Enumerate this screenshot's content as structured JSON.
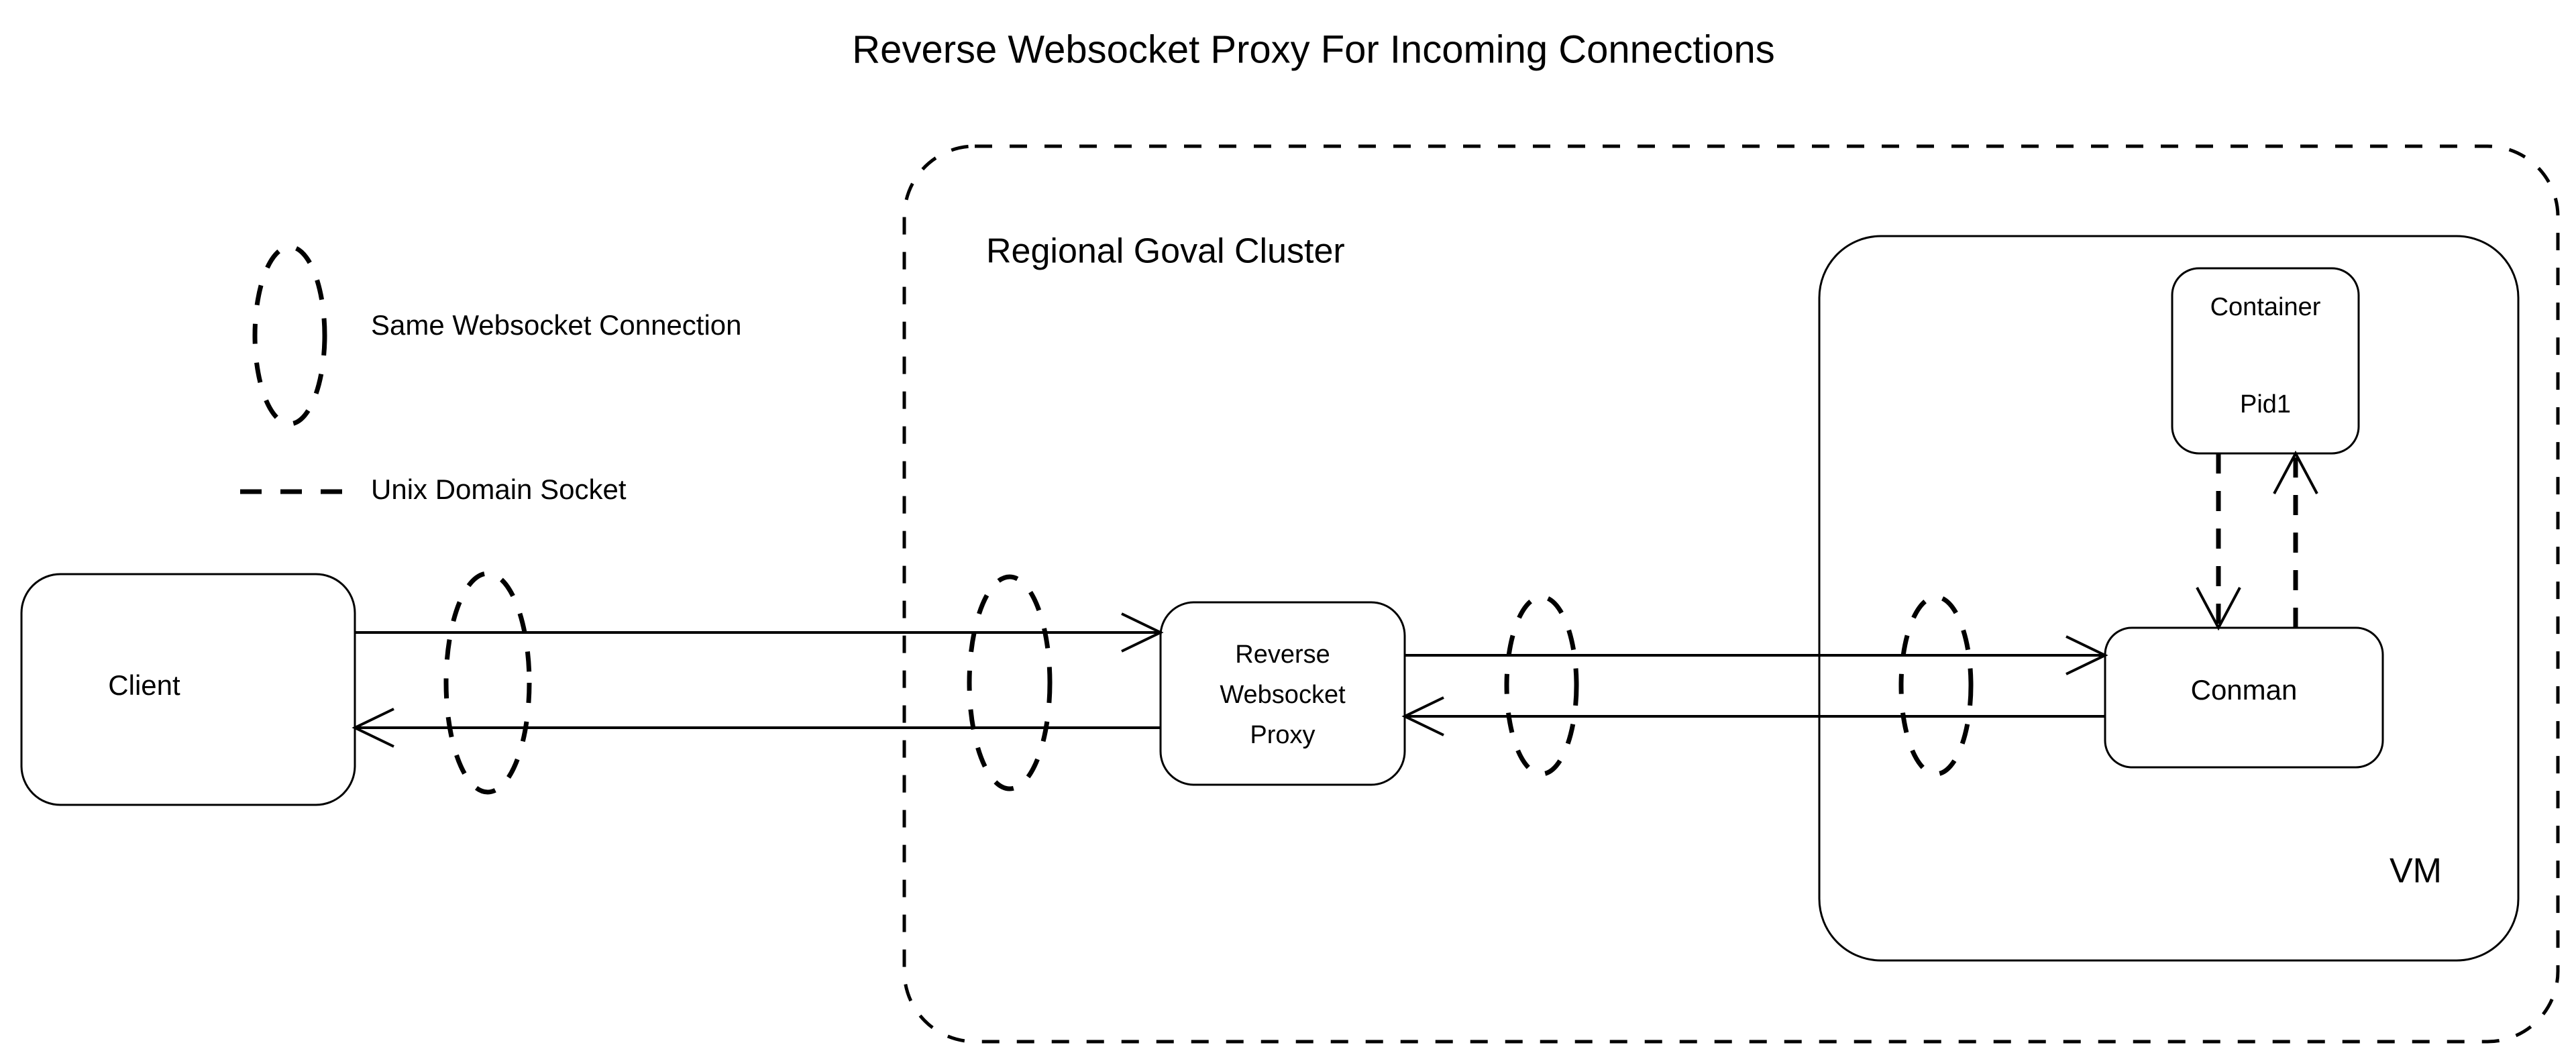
{
  "title": "Reverse Websocket Proxy For Incoming Connections",
  "legend": {
    "items": [
      {
        "id": "same-websocket-connection",
        "label": "Same Websocket Connection",
        "marker": "dashed-ellipse"
      },
      {
        "id": "unix-domain-socket",
        "label": "Unix Domain Socket",
        "marker": "dashed-line"
      }
    ]
  },
  "clusters": {
    "regional": {
      "label": "Regional Goval Cluster",
      "border": "dashed"
    },
    "vm": {
      "label": "VM",
      "border": "solid"
    }
  },
  "nodes": {
    "client": {
      "label": "Client"
    },
    "proxy": {
      "line1": "Reverse",
      "line2": "Websocket",
      "line3": "Proxy"
    },
    "container": {
      "line1": "Container",
      "line2": "Pid1"
    },
    "conman": {
      "label": "Conman"
    }
  },
  "connections": [
    {
      "id": "client-to-proxy",
      "from": "Client",
      "to": "Reverse Websocket Proxy",
      "style": "solid",
      "direction": "right",
      "marker": "same-websocket-connection"
    },
    {
      "id": "proxy-to-client",
      "from": "Reverse Websocket Proxy",
      "to": "Client",
      "style": "solid",
      "direction": "left",
      "marker": "same-websocket-connection"
    },
    {
      "id": "proxy-to-conman",
      "from": "Reverse Websocket Proxy",
      "to": "Conman",
      "style": "solid",
      "direction": "right",
      "marker": "same-websocket-connection"
    },
    {
      "id": "conman-to-proxy",
      "from": "Conman",
      "to": "Reverse Websocket Proxy",
      "style": "solid",
      "direction": "left",
      "marker": "same-websocket-connection"
    },
    {
      "id": "container-to-conman",
      "from": "Container Pid1",
      "to": "Conman",
      "style": "dashed",
      "direction": "down",
      "marker": "unix-domain-socket"
    },
    {
      "id": "conman-to-container",
      "from": "Conman",
      "to": "Container Pid1",
      "style": "dashed",
      "direction": "up",
      "marker": "unix-domain-socket"
    }
  ],
  "colors": {
    "stroke": "#000000",
    "fill": "#ffffff",
    "text": "#000000"
  }
}
